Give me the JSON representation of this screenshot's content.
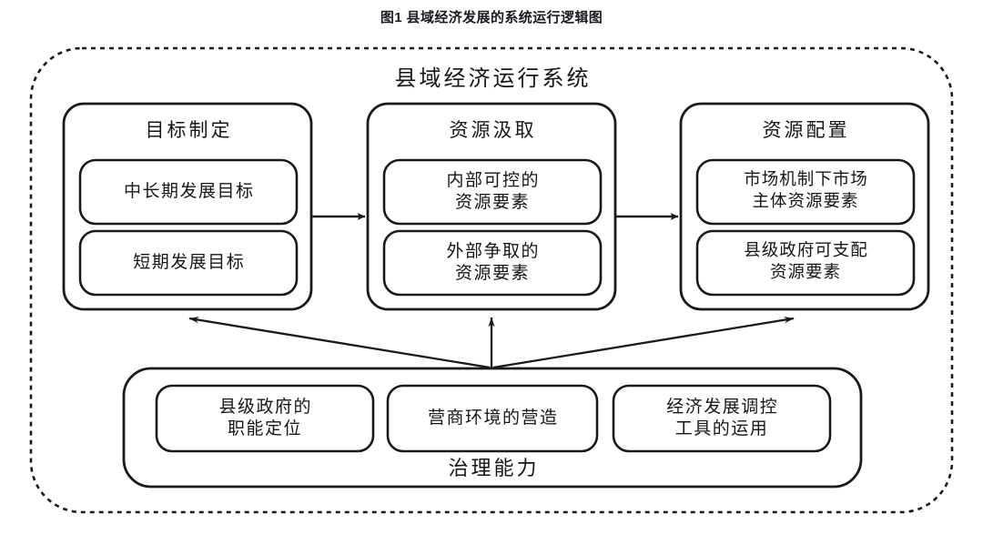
{
  "figure": {
    "caption": "图1 县域经济发展的系统运行逻辑图",
    "system_title": "县域经济运行系统",
    "outer_border_style": "dashed-rounded-rectangle",
    "line_color": "#1a1a1a",
    "background_color": "#ffffff"
  },
  "stages": [
    {
      "id": "goal-setting",
      "title": "目标制定",
      "items": [
        {
          "id": "mid-long-term-goal",
          "text": "中长期发展目标"
        },
        {
          "id": "short-term-goal",
          "text": "短期发展目标"
        }
      ]
    },
    {
      "id": "resource-extraction",
      "title": "资源汲取",
      "items": [
        {
          "id": "internal-controllable-resources",
          "text": "内部可控的\n资源要素"
        },
        {
          "id": "external-acquired-resources",
          "text": "外部争取的\n资源要素"
        }
      ]
    },
    {
      "id": "resource-allocation",
      "title": "资源配置",
      "items": [
        {
          "id": "market-entity-resources",
          "text": "市场机制下市场\n主体资源要素"
        },
        {
          "id": "county-government-resources",
          "text": "县级政府可支配\n资源要素"
        }
      ]
    }
  ],
  "governance": {
    "id": "governance-capacity",
    "title": "治理能力",
    "items": [
      {
        "id": "government-function-positioning",
        "text": "县级政府的\n职能定位"
      },
      {
        "id": "business-environment-cultivation",
        "text": "营商环境的营造"
      },
      {
        "id": "economic-regulation-tools",
        "text": "经济发展调控\n工具的运用"
      }
    ]
  },
  "connectors": [
    {
      "id": "goal-to-extraction",
      "type": "arrow-right",
      "from": "goal-setting",
      "to": "resource-extraction"
    },
    {
      "id": "extraction-to-allocation",
      "type": "arrow-right",
      "from": "resource-extraction",
      "to": "resource-allocation"
    },
    {
      "id": "governance-to-goal",
      "type": "arrow-diagonal-up-left",
      "from": "governance-capacity",
      "to": "goal-setting"
    },
    {
      "id": "governance-to-extraction",
      "type": "arrow-up",
      "from": "governance-capacity",
      "to": "resource-extraction"
    },
    {
      "id": "governance-to-allocation",
      "type": "arrow-diagonal-up-right",
      "from": "governance-capacity",
      "to": "resource-allocation"
    }
  ]
}
